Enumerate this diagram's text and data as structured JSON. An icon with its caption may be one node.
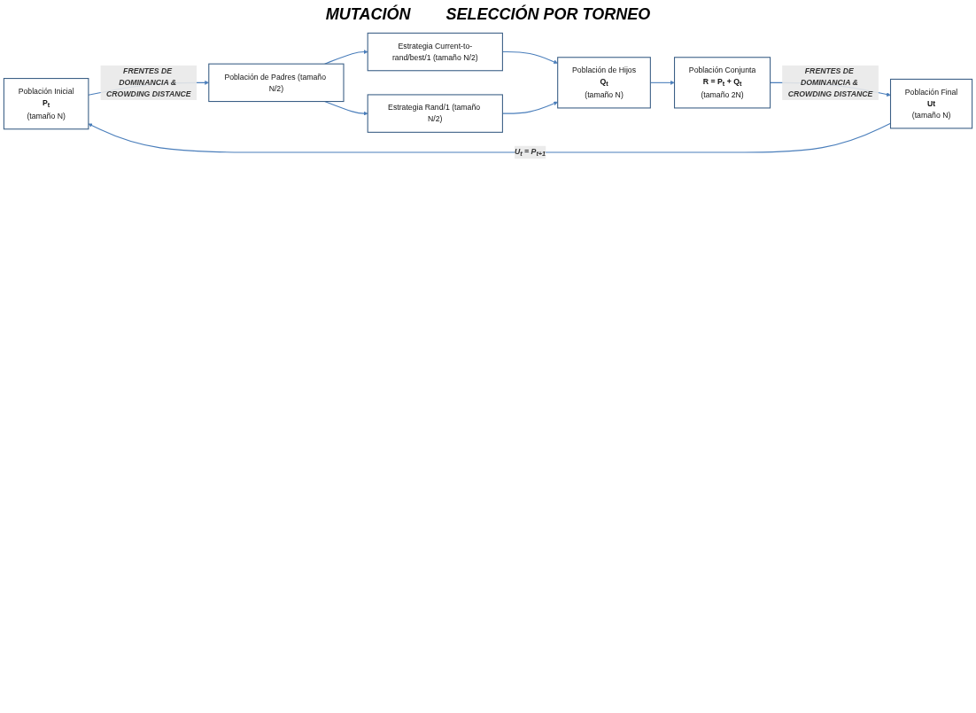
{
  "diagram": {
    "nodes": [
      {
        "text": [
          "Población Inicial",
          "P$_{t}$",
          "(tamaño N)"
        ]
      },
      {
        "text": [
          "Población de Padres (tamaño N/2)"
        ]
      },
      {
        "text": [
          "Estrategia Current-to-rand/best/1 (tamaño N/2)"
        ]
      },
      {
        "text": [
          "Estrategia Rand/1 (tamaño N/2)"
        ]
      },
      {
        "text": [
          "Población de Hijos",
          "Q$_{t}$",
          "(tamaño N)"
        ]
      },
      {
        "text": [
          "Población Conjunta",
          "R = P$_{t}$ + Q$_{t}$",
          "(tamaño 2N)"
        ]
      },
      {
        "text": [
          "Población Final",
          "Ut",
          "(tamaño N)"
        ]
      }
    ],
    "edges": [
      {
        "from": 0,
        "to": 1,
        "arrow": "to",
        "label": "FRENTES DE DOMINANCIA & CROWDING DISTANCE"
      },
      {
        "from": 1,
        "to": 2,
        "arrow": "to"
      },
      {
        "from": 1,
        "to": 3,
        "arrow": "to"
      },
      {
        "from": 2,
        "to": 4,
        "arrow": "to"
      },
      {
        "from": 3,
        "to": 4,
        "arrow": "to"
      },
      {
        "from": 4,
        "to": 5,
        "arrow": "to"
      },
      {
        "from": 5,
        "to": 6,
        "arrow": "to",
        "label": "FRENTES DE DOMINANCIA & CROWDING DISTANCE"
      },
      {
        "from": 6,
        "to": 0,
        "arrow": "to",
        "label": "U$_{t}$ = P$_{t+1}$"
      }
    ],
    "labels": [
      "MUTACIÓN",
      "SELECCIÓN POR TORNEO"
    ]
  }
}
